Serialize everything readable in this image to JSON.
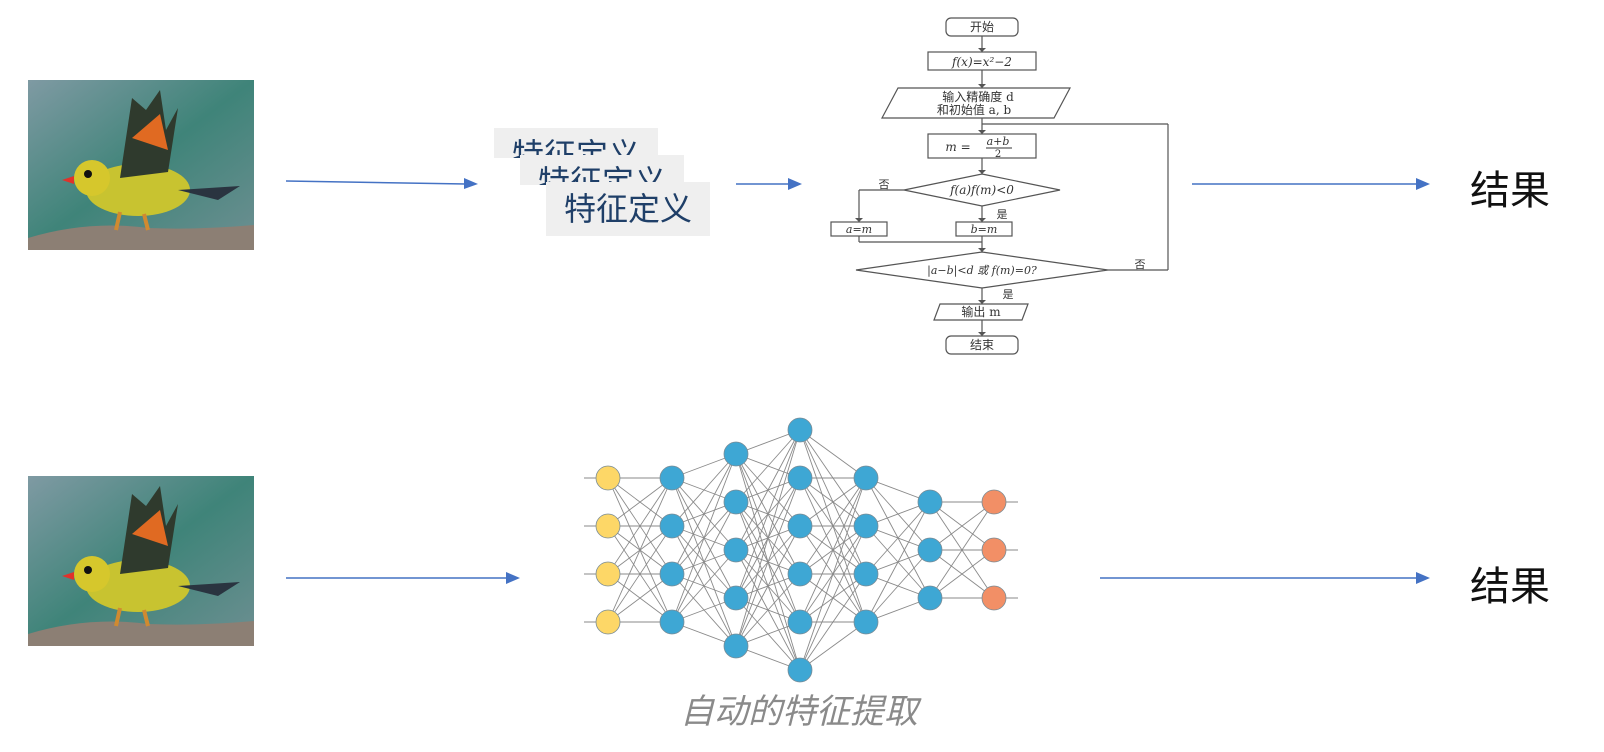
{
  "row1": {
    "feature_labels": [
      "特征定义",
      "特征定义",
      "特征定义"
    ],
    "result": "结果"
  },
  "flowchart": {
    "start": "开始",
    "func": "f(x)=x²−2",
    "input_line1": "输入精确度 d",
    "input_line2": "和初始值 a, b",
    "mid_num": "a+b",
    "mid_den": "2",
    "mid_lhs": "m =",
    "cond1": "f(a)f(m)<0",
    "no1": "否",
    "yes1": "是",
    "assign_a": "a=m",
    "assign_b": "b=m",
    "cond2": "|a−b|<d 或 f(m)=0?",
    "no2": "否",
    "yes2": "是",
    "output": "输出 m",
    "end": "结束"
  },
  "row2": {
    "caption": "自动的特征提取",
    "result": "结果",
    "network": {
      "layers": [
        {
          "count": 4,
          "color": "#fdd767"
        },
        {
          "count": 4,
          "color": "#3ea7d4"
        },
        {
          "count": 5,
          "color": "#3ea7d4"
        },
        {
          "count": 6,
          "color": "#3ea7d4"
        },
        {
          "count": 4,
          "color": "#3ea7d4"
        },
        {
          "count": 3,
          "color": "#3ea7d4"
        },
        {
          "count": 3,
          "color": "#f28f66"
        }
      ]
    }
  },
  "colors": {
    "arrow": "#4472c4",
    "feature_text": "#1f3f68"
  }
}
